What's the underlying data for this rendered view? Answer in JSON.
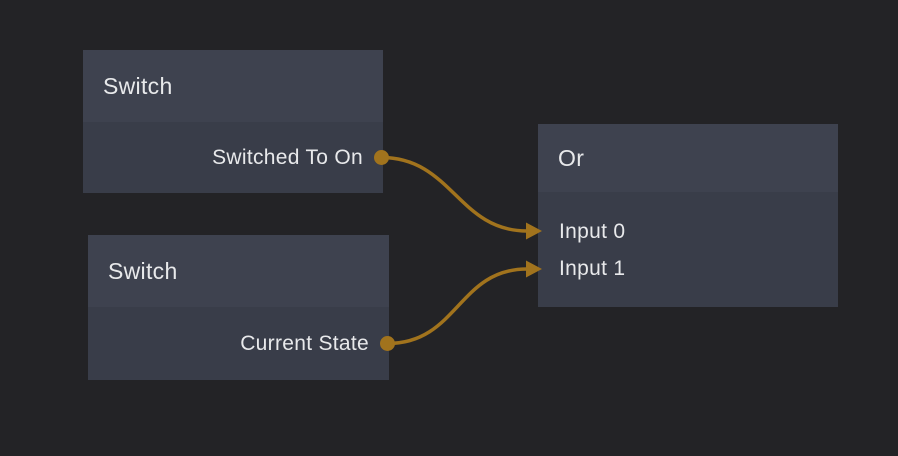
{
  "colors": {
    "bg": "#232326",
    "node-header": "#3e424f",
    "node-body": "#393d49",
    "text": "#e8e9eb",
    "accent": "#a1731d"
  },
  "nodes": [
    {
      "id": "switch-top",
      "title": "Switch",
      "outputs": [
        {
          "label": "Switched To On"
        }
      ]
    },
    {
      "id": "switch-bottom",
      "title": "Switch",
      "outputs": [
        {
          "label": "Current State"
        }
      ]
    },
    {
      "id": "or",
      "title": "Or",
      "inputs": [
        {
          "label": "Input 0"
        },
        {
          "label": "Input 1"
        }
      ]
    }
  ],
  "connections": [
    {
      "from_node": "switch-top",
      "from_port": "Switched To On",
      "to_node": "or",
      "to_port": "Input 0"
    },
    {
      "from_node": "switch-bottom",
      "from_port": "Current State",
      "to_node": "or",
      "to_port": "Input 1"
    }
  ]
}
